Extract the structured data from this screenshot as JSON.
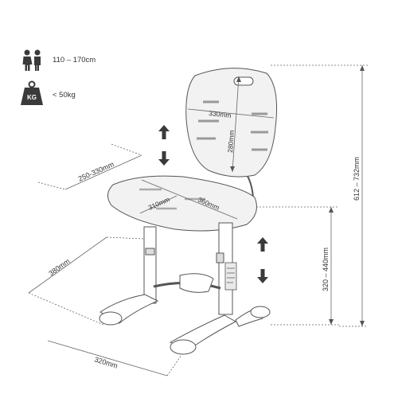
{
  "specs": {
    "height_range": "110 – 170cm",
    "weight_icon_text": "KG",
    "weight_limit": "< 50kg"
  },
  "dimensions": {
    "backrest_width": "330mm",
    "backrest_height": "280mm",
    "seat_depth_range": "250-330mm",
    "seat_depth": "310mm",
    "seat_width": "360mm",
    "base_depth": "380mm",
    "base_width": "320mm",
    "seat_height_range": "320 – 440mm",
    "total_height_range": "612 – 732mm"
  },
  "icons": {
    "children": "children-icon",
    "weight": "weight-icon",
    "adjust_back": "up-down-arrow-icon",
    "adjust_seat": "up-down-arrow-icon"
  },
  "colors": {
    "line": "#555555",
    "fill": "#f2f2f2",
    "icon": "#3a3a3a"
  }
}
